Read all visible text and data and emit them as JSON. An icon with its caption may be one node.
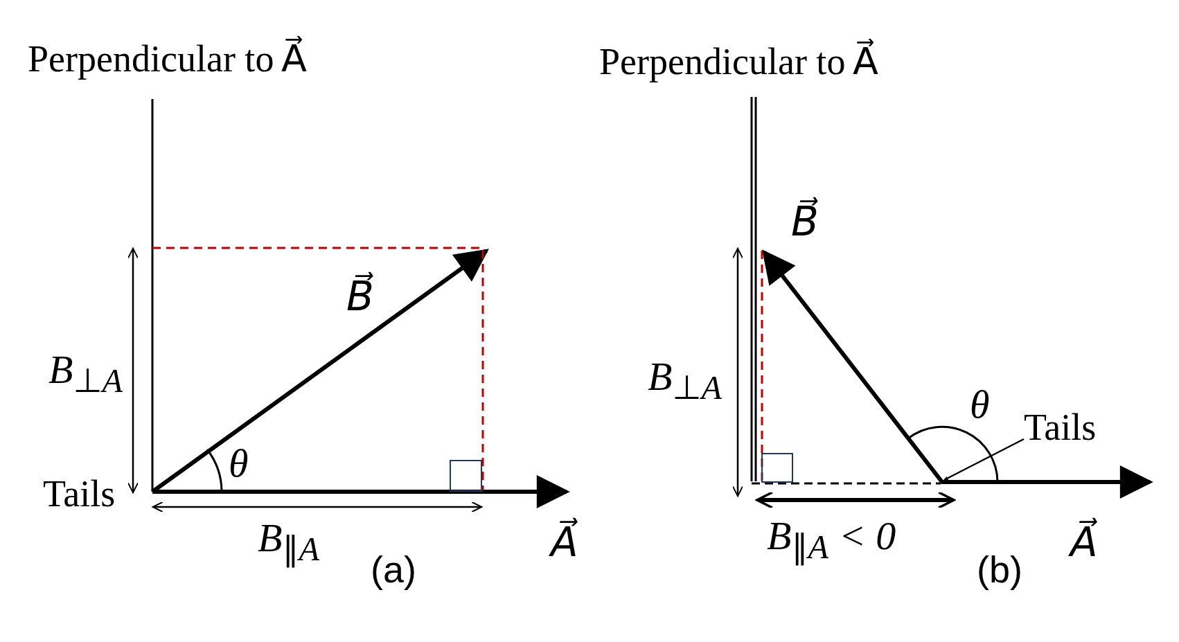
{
  "diagram": {
    "nodes": [
      {
        "text": [
          "Tails"
        ]
      },
      {
        "text": [],
        "shape": "circle"
      }
    ],
    "edges": [
      {
        "from": 0,
        "to": 1,
        "arrow": "to"
      }
    ],
    "labels": [
      "Perpendicular to A⃗",
      "Perpendicular to A⃗",
      "B⃗",
      "B$_{⊥A}$",
      "θ",
      "Tails",
      "B$_{∥A}$",
      "A⃗",
      "(a)",
      "B⃗",
      "B$_{⊥A}$",
      "θ",
      "B$_{∥A}$ < 0",
      "A⃗",
      "(b)"
    ]
  }
}
